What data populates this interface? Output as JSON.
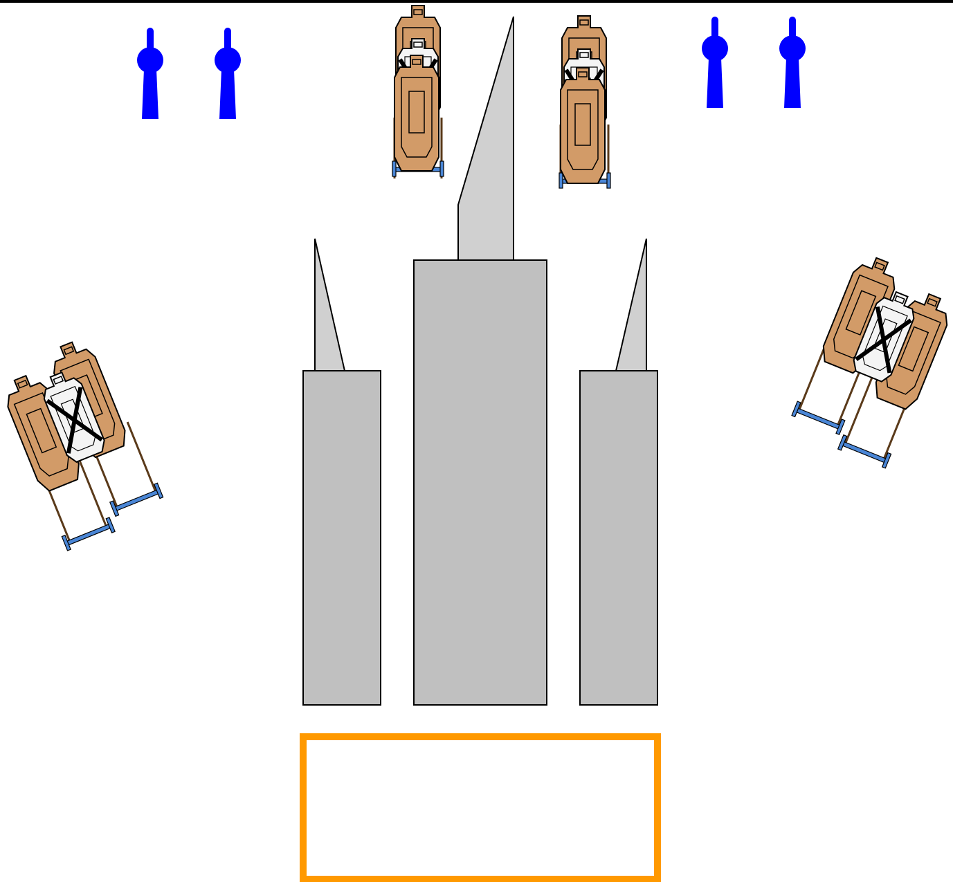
{
  "diagram": {
    "kind": "shooting-stage-layout",
    "colors": {
      "background": "#ffffff",
      "border": "#000000",
      "wall": "#c0c0c0",
      "wall_wedge": "#d0d0d0",
      "popper": "#0000ff",
      "target_cardboard": "#d29b68",
      "target_no_shoot": "#f4f4f4",
      "target_stand": "#4a86d6",
      "shooting_box": "#ff9900"
    },
    "elements": {
      "steel_poppers": {
        "count": 4,
        "icon": "popper-icon"
      },
      "target_arrays": {
        "count": 4,
        "icon": "paper-target-icon",
        "no_shoot_icon": "no-shoot-x-icon"
      },
      "walls": {
        "count": 3
      },
      "shooting_box": {
        "count": 1
      }
    }
  }
}
